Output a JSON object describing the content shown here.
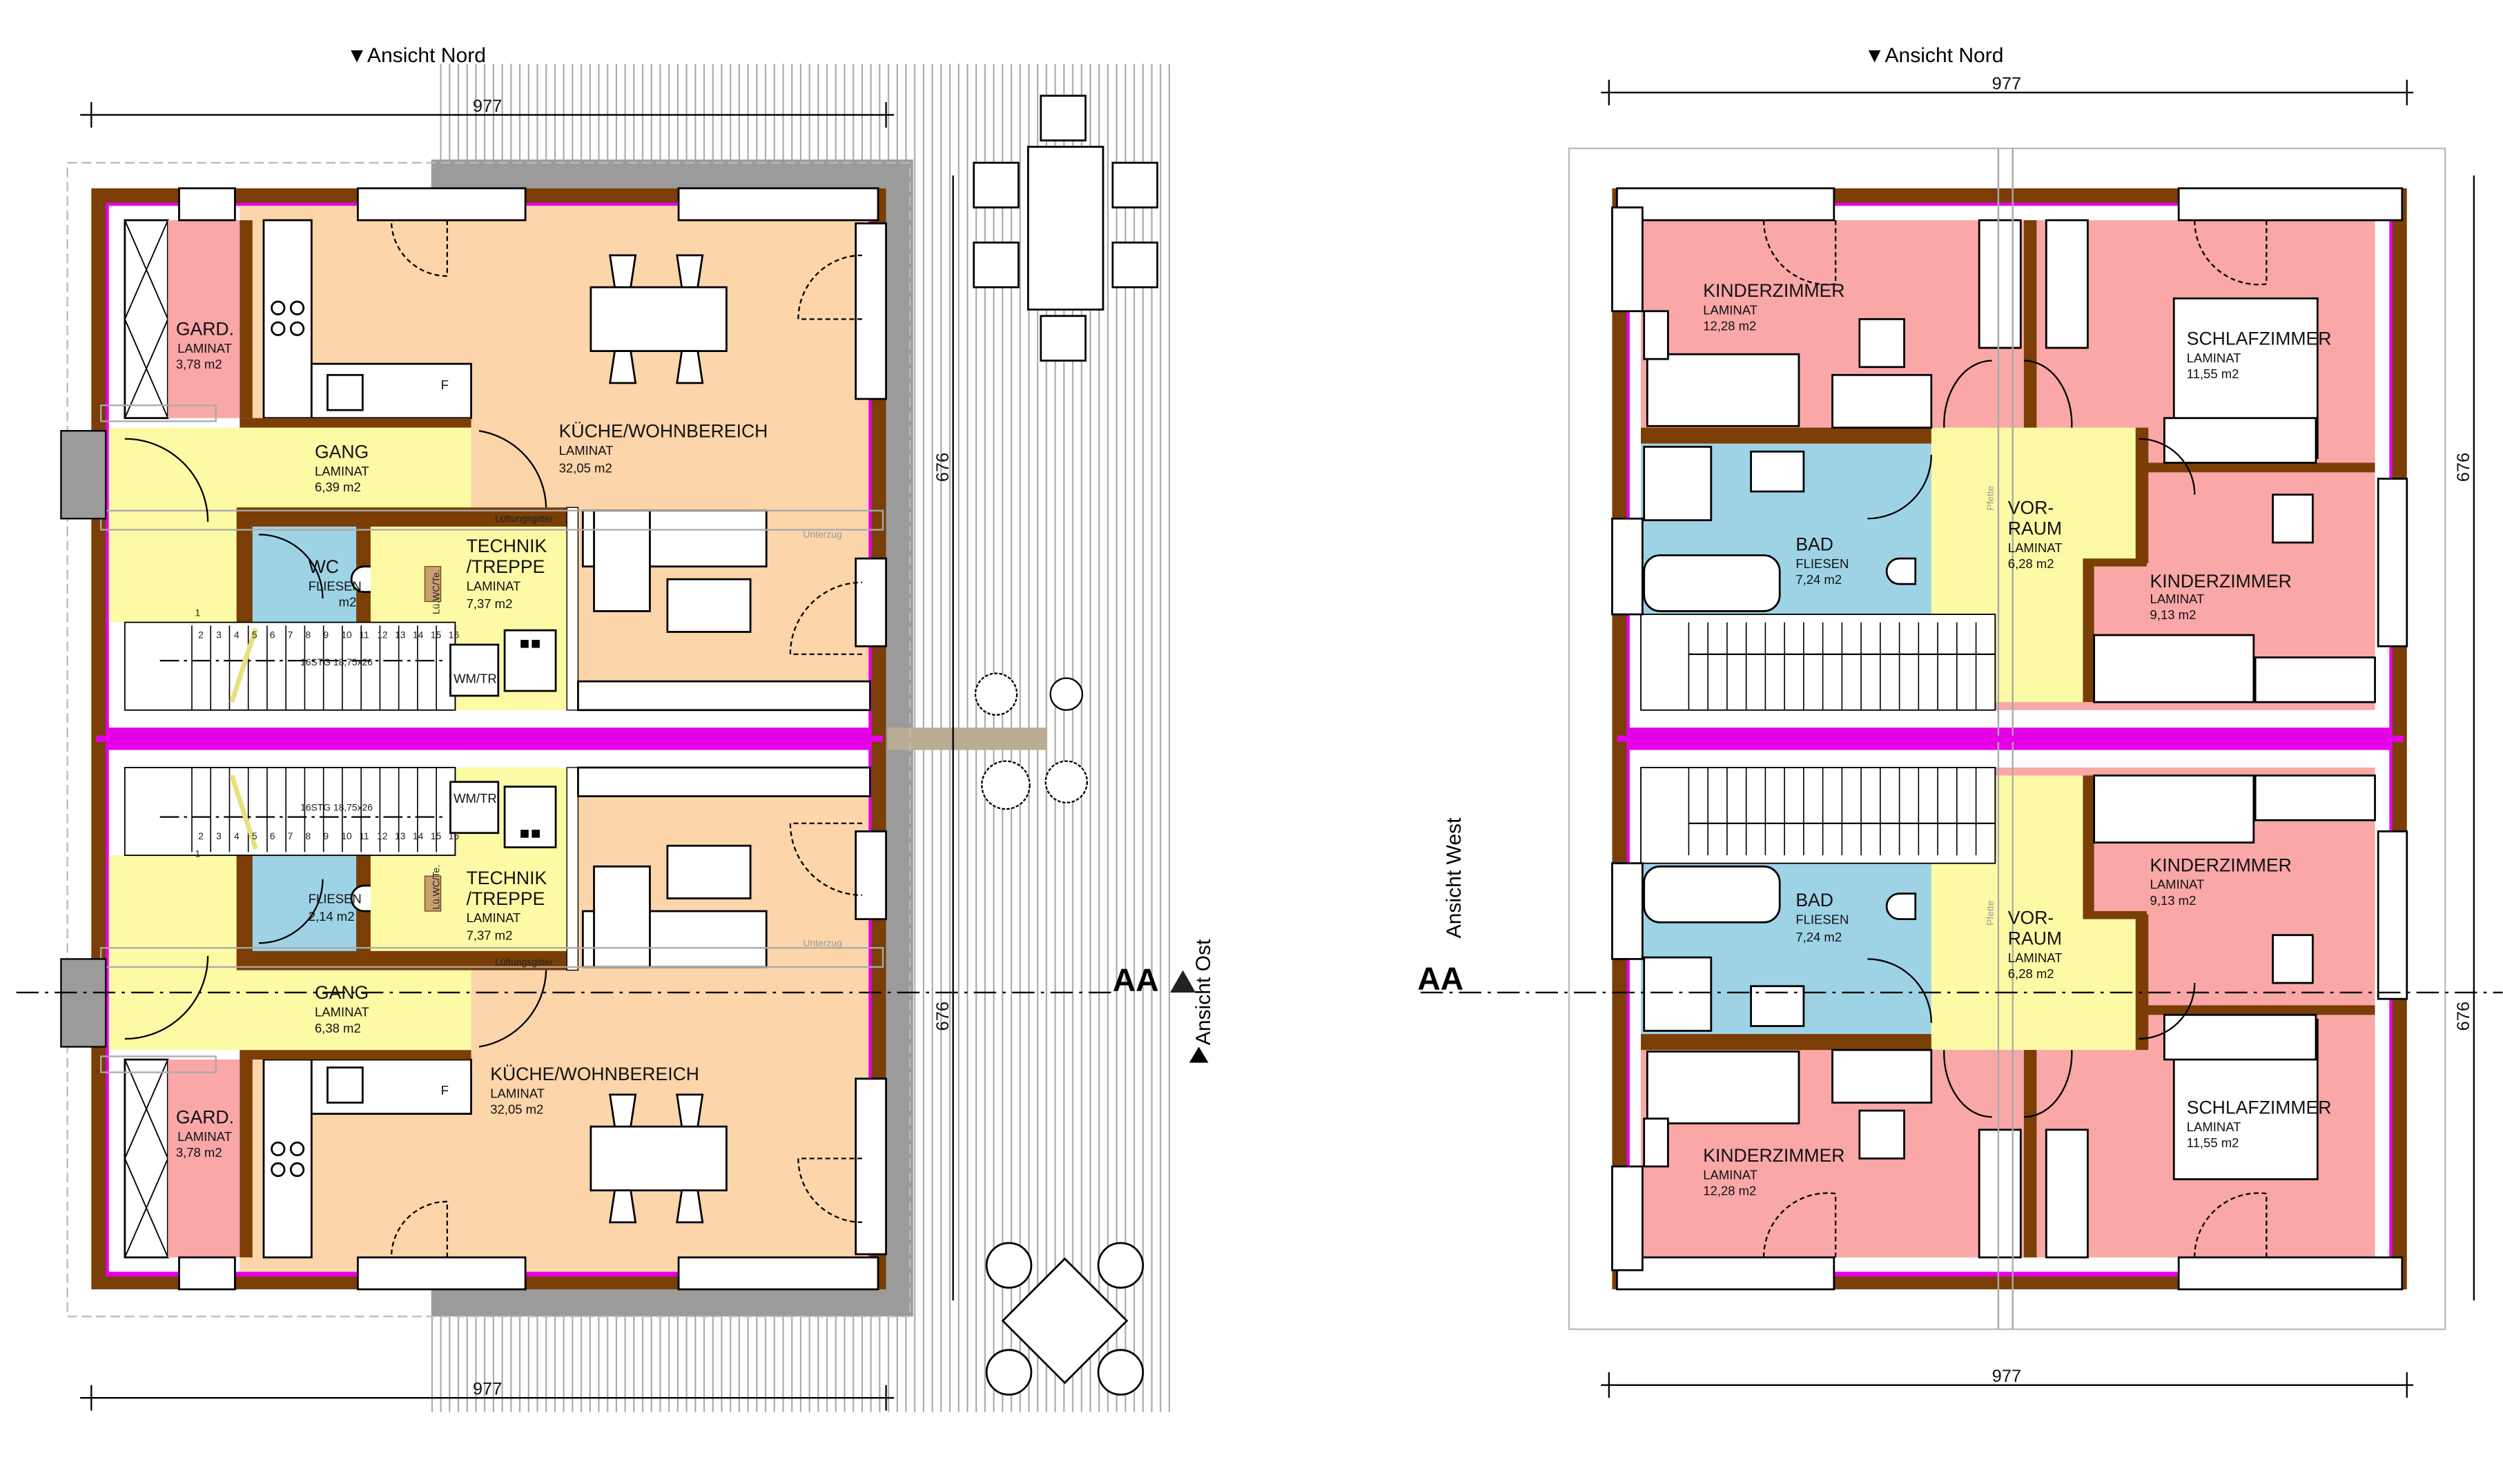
{
  "colors": {
    "wall": "#7a3e06",
    "insulation": "#e600e6",
    "living": "#fcd5aa",
    "hall": "#fdfaa6",
    "wet": "#9ed3e6",
    "bedroom": "#f9a7a7",
    "terrace": "#a0a0a0"
  },
  "views": {
    "north_left": "▼Ansicht Nord",
    "north_right": "▼Ansicht Nord",
    "east": "Ansicht Ost",
    "west": "Ansicht West",
    "section_left": "AA",
    "section_right": "AA"
  },
  "dimensions": {
    "top_left": "977",
    "bottom_left": "977",
    "top_right": "977",
    "bottom_right": "977",
    "left_upper": "676",
    "left_lower": "676",
    "right_upper": "676",
    "right_lower": "676"
  },
  "ground_floor": {
    "top": {
      "gard": {
        "name": "GARD.",
        "floor": "LAMINAT",
        "area": "3,78 m2"
      },
      "gang": {
        "name": "GANG",
        "floor": "LAMINAT",
        "area": "6,39 m2"
      },
      "kueche": {
        "name": "KÜCHE/WOHNBEREICH",
        "floor": "LAMINAT",
        "area": "32,05 m2"
      },
      "wc": {
        "name": "WC",
        "floor": "FLIESEN",
        "area": "m2"
      },
      "technik": {
        "name1": "TECHNIK",
        "name2": "/TREPPE",
        "floor": "LAMINAT",
        "area": "7,37 m2"
      }
    },
    "bottom": {
      "gard": {
        "name": "GARD.",
        "floor": "LAMINAT",
        "area": "3,78 m2"
      },
      "gang": {
        "name": "GANG",
        "floor": "LAMINAT",
        "area": "6,38 m2"
      },
      "kueche": {
        "name": "KÜCHE/WOHNBEREICH",
        "floor": "LAMINAT",
        "area": "32,05 m2"
      },
      "wc": {
        "floor": "FLIESEN",
        "area": "2,14 m2"
      },
      "technik": {
        "name1": "TECHNIK",
        "name2": "/TREPPE",
        "floor": "LAMINAT",
        "area": "7,37 m2"
      }
    },
    "annotations": {
      "vent": "Lüftungsgitter",
      "beam": "Unterzug",
      "stairs": "16STG 18,75x26",
      "washer": "WM/TR",
      "fridge": "F",
      "duct": "Lü.WC/Te."
    },
    "stair_numbers": [
      "1",
      "2",
      "3",
      "4",
      "5",
      "6",
      "7",
      "8",
      "9",
      "10",
      "11",
      "12",
      "13",
      "14",
      "15",
      "16"
    ]
  },
  "upper_floor": {
    "top": {
      "kinder1": {
        "name": "KINDERZIMMER",
        "floor": "LAMINAT",
        "area": "12,28 m2"
      },
      "schlaf": {
        "name": "SCHLAFZIMMER",
        "floor": "LAMINAT",
        "area": "11,55 m2"
      },
      "bad": {
        "name": "BAD",
        "floor": "FLIESEN",
        "area": "7,24 m2"
      },
      "vorraum": {
        "name1": "VOR-",
        "name2": "RAUM",
        "floor": "LAMINAT",
        "area": "6,28 m2"
      },
      "kinder2": {
        "name": "KINDERZIMMER",
        "floor": "LAMINAT",
        "area": "9,13 m2"
      }
    },
    "bottom": {
      "kinder1": {
        "name": "KINDERZIMMER",
        "floor": "LAMINAT",
        "area": "12,28 m2"
      },
      "schlaf": {
        "name": "SCHLAFZIMMER",
        "floor": "LAMINAT",
        "area": "11,55 m2"
      },
      "bad": {
        "name": "BAD",
        "floor": "FLIESEN",
        "area": "7,24 m2"
      },
      "vorraum": {
        "name1": "VOR-",
        "name2": "RAUM",
        "floor": "LAMINAT",
        "area": "6,28 m2"
      },
      "kinder2": {
        "name": "KINDERZIMMER",
        "floor": "LAMINAT",
        "area": "9,13 m2"
      }
    },
    "annotations": {
      "purlin": "Pfette"
    }
  }
}
